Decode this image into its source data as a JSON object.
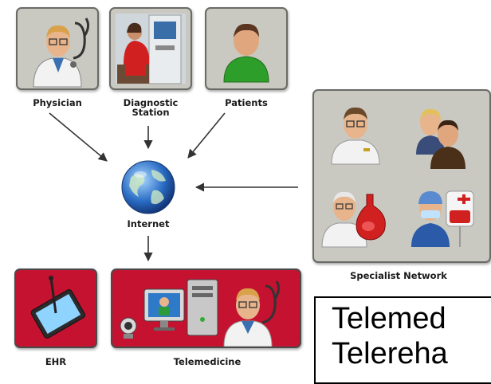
{
  "nodes": {
    "physician": {
      "label": "Physician"
    },
    "diagnostic_station": {
      "label": "Diagnostic\nStation"
    },
    "patients": {
      "label": "Patients"
    },
    "internet": {
      "label": "Internet"
    },
    "specialist_network": {
      "label": "Specialist Network"
    },
    "ehr": {
      "label": "EHR"
    },
    "telemedicine": {
      "label": "Telemedicine"
    }
  },
  "caption": {
    "line1": "Telemed",
    "line2": "Telereha"
  },
  "colors": {
    "gray_tile": "#c9c9c2",
    "red_tile": "#c41230",
    "arrow": "#333333"
  }
}
